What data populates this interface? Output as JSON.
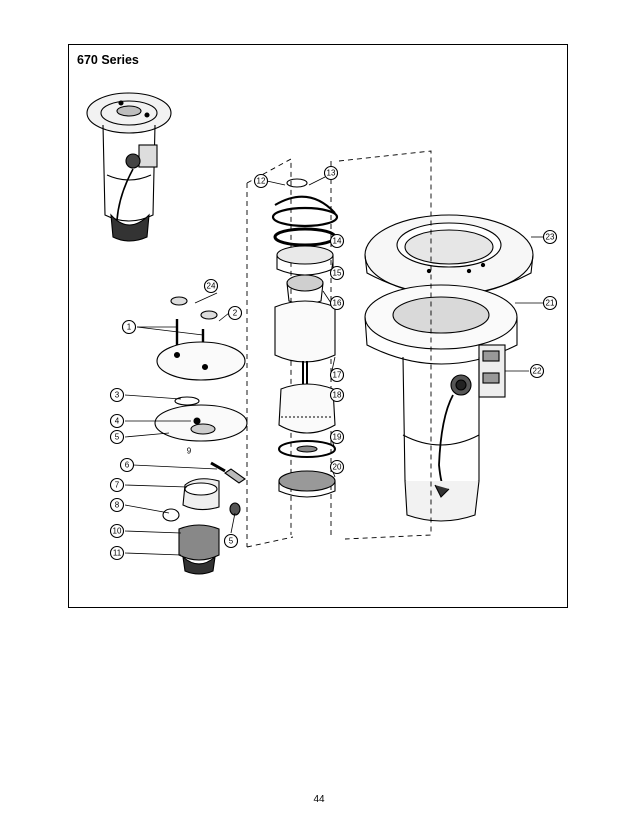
{
  "title": "670 Series",
  "page_number": "44",
  "callouts": {
    "c1": "1",
    "c2": "2",
    "c3": "3",
    "c4": "4",
    "c5a": "5",
    "c5b": "5",
    "c6": "6",
    "c7": "7",
    "c8": "8",
    "c9": "9",
    "c10": "10",
    "c11": "11",
    "c12": "12",
    "c13": "13",
    "c14": "14",
    "c15": "15",
    "c16": "16",
    "c17": "17",
    "c18": "18",
    "c19": "19",
    "c20": "20",
    "c21": "21",
    "c22": "22",
    "c23": "23",
    "c24": "24"
  }
}
